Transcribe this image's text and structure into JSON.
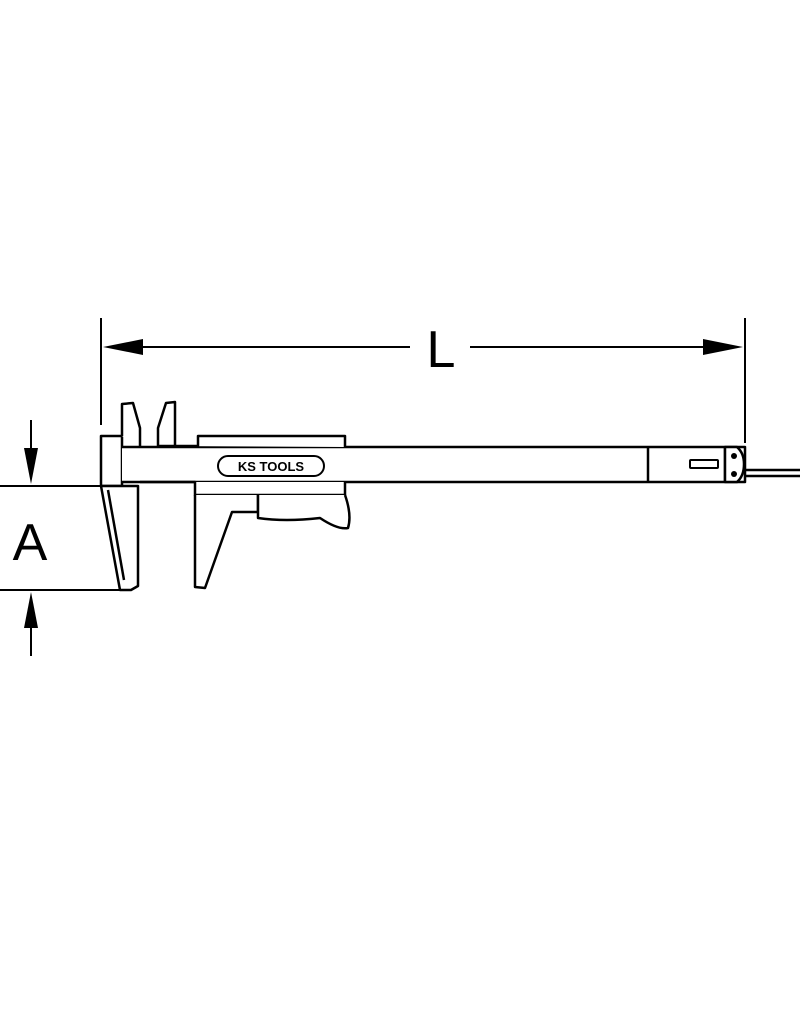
{
  "dimensions": {
    "length_label": "L",
    "jaw_depth_label": "A"
  },
  "brand": {
    "logo_text": "KS TOOLS"
  },
  "colors": {
    "line": "#000000",
    "background": "#ffffff"
  }
}
